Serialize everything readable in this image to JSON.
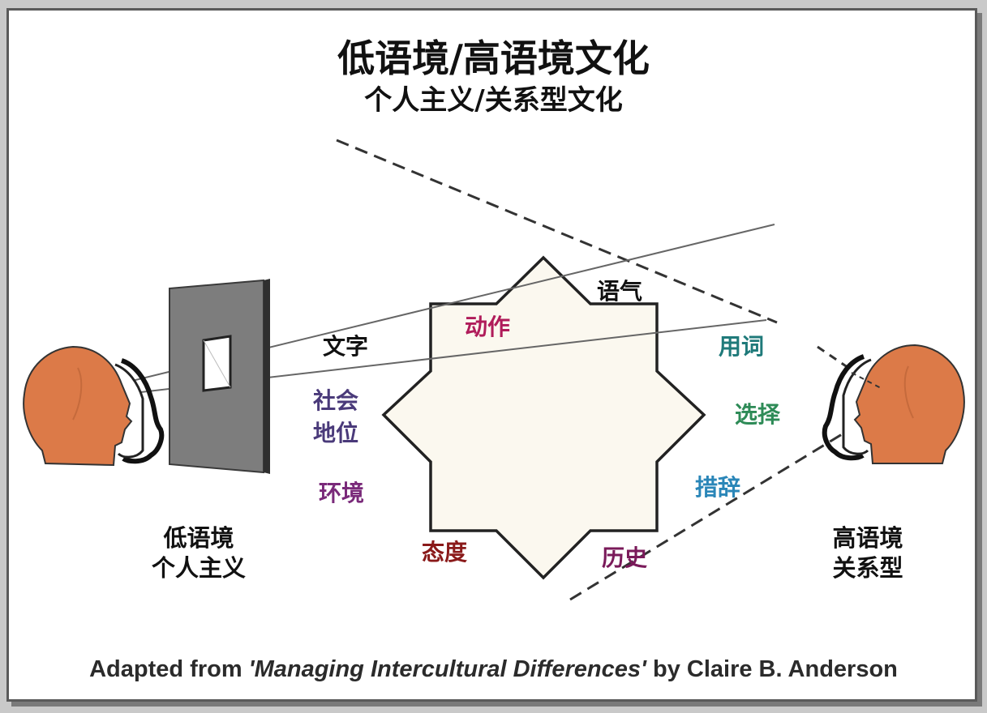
{
  "title": "低语境/高语境文化",
  "subtitle": "个人主义/关系型文化",
  "left_caption": {
    "line1": "低语境",
    "line2": "个人主义"
  },
  "right_caption": {
    "line1": "高语境",
    "line2": "关系型"
  },
  "labels": {
    "yuqi": "语气",
    "dongzuo": "动作",
    "wenzi": "文字",
    "yongci": "用词",
    "shehui": "社会",
    "diwei": "地位",
    "xuanze": "选择",
    "huanjing": "环境",
    "cuoci": "措辞",
    "taidu": "态度",
    "lishi": "历史"
  },
  "credit": {
    "prefix": "Adapted from ",
    "work": "'Managing Intercultural Differences'",
    "suffix": " by Claire B. Anderson"
  },
  "colors": {
    "head": "#dc7a48",
    "panel": "#7d7d7d",
    "star_fill": "#fbf8ef",
    "yuqi": "#111111",
    "wenzi": "#111111",
    "dongzuo": "#b01c5a",
    "yongci": "#1f7a7a",
    "shehui": "#4a3a7a",
    "xuanze": "#2e8b57",
    "huanjing": "#7a2a7a",
    "cuoci": "#2a86b8",
    "taidu": "#8a1a1a",
    "lishi": "#7a1a5a"
  },
  "icons": [
    "left-head-icon",
    "right-head-icon",
    "window-panel-icon",
    "octagram-star-icon"
  ]
}
